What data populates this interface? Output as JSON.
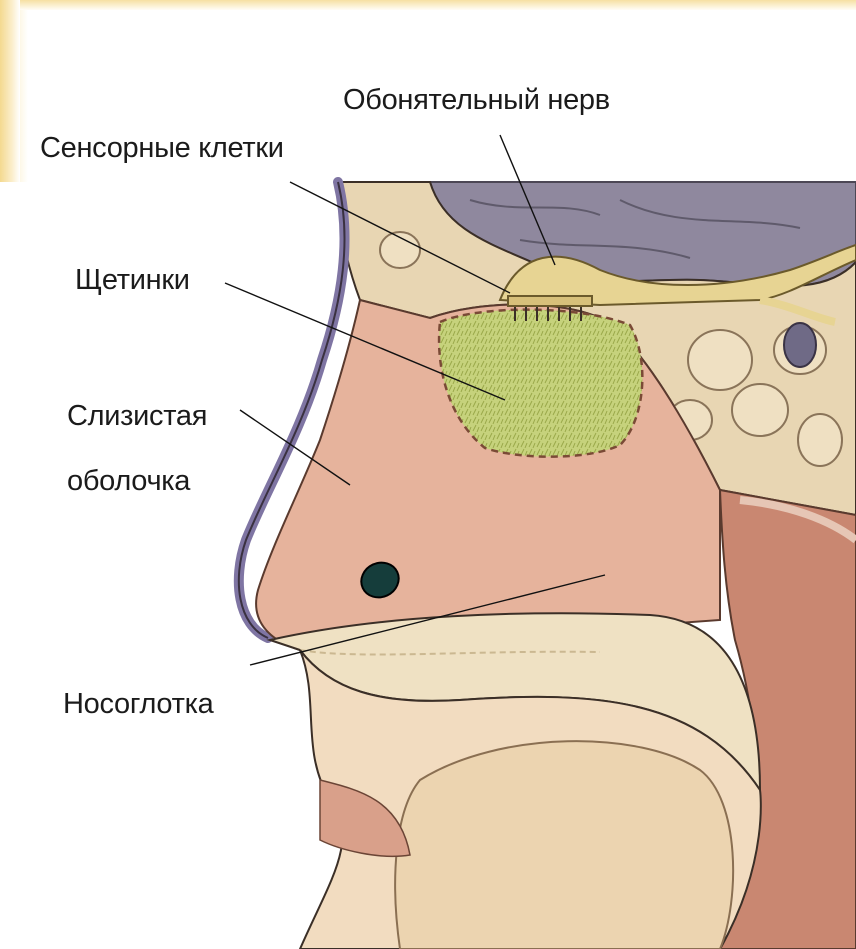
{
  "labels": {
    "olfactory_nerve": "Обонятельный нерв",
    "sensory_cells": "Сенсорные клетки",
    "bristles": "Щетинки",
    "mucosa_line1": "Слизистая",
    "mucosa_line2": "оболочка",
    "nasopharynx": "Носоглотка"
  },
  "colors": {
    "skin": "#f0d9b5",
    "nasal_cavity": "#e6b39c",
    "mucosa_patch": "#c6d27c",
    "nerve": "#e7d493",
    "brain": "#8f889e",
    "bone": "#e8d6b3"
  }
}
